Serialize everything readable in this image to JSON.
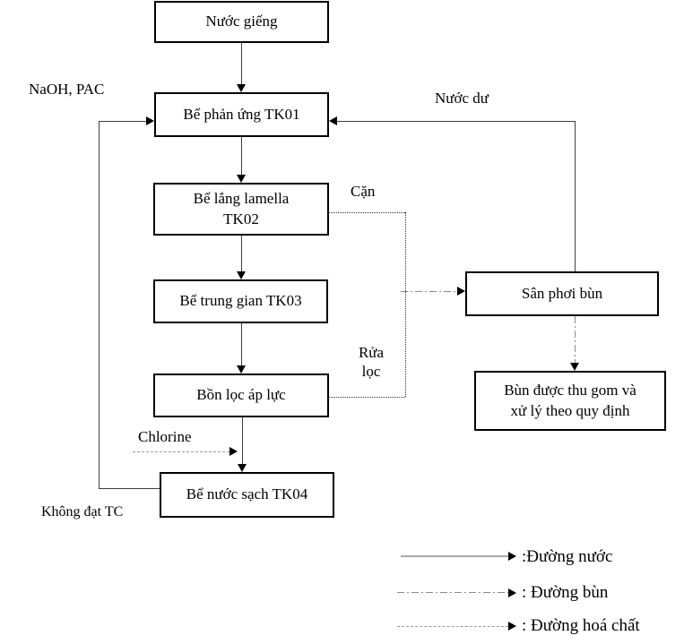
{
  "diagram": {
    "title": "Water treatment process flow diagram",
    "boxes": {
      "nuoc_gieng": "Nước giếng",
      "tk01": "Bể phản ứng TK01",
      "tk02": "Bể lắng lamella\nTK02",
      "tk03": "Bể trung gian TK03",
      "bon_loc": "Bồn lọc áp lực",
      "tk04": "Bể nước sạch TK04",
      "san_phoi_bun": "Sân phơi bùn",
      "bun_thu_gom": "Bùn được thu gom và\nxử lý theo quy định"
    },
    "labels": {
      "naoh_pac": "NaOH, PAC",
      "nuoc_du": "Nước dư",
      "can": "Cặn",
      "rua_loc": "Rửa\nlọc",
      "chlorine": "Chlorine",
      "khong_dat_tc": "Không đạt TC"
    },
    "legend": [
      {
        "style": "solid",
        "label": ":Đường nước"
      },
      {
        "style": "dash-dot",
        "label": ": Đường bùn"
      },
      {
        "style": "dashed",
        "label": ": Đường hoá chất"
      }
    ],
    "colors": {
      "box_border": "#000000",
      "water_line": "#3f3f3f",
      "gray_line": "#a9a9a9",
      "sludge_line": "#8a8a8a",
      "arrowhead": "#000000"
    }
  }
}
